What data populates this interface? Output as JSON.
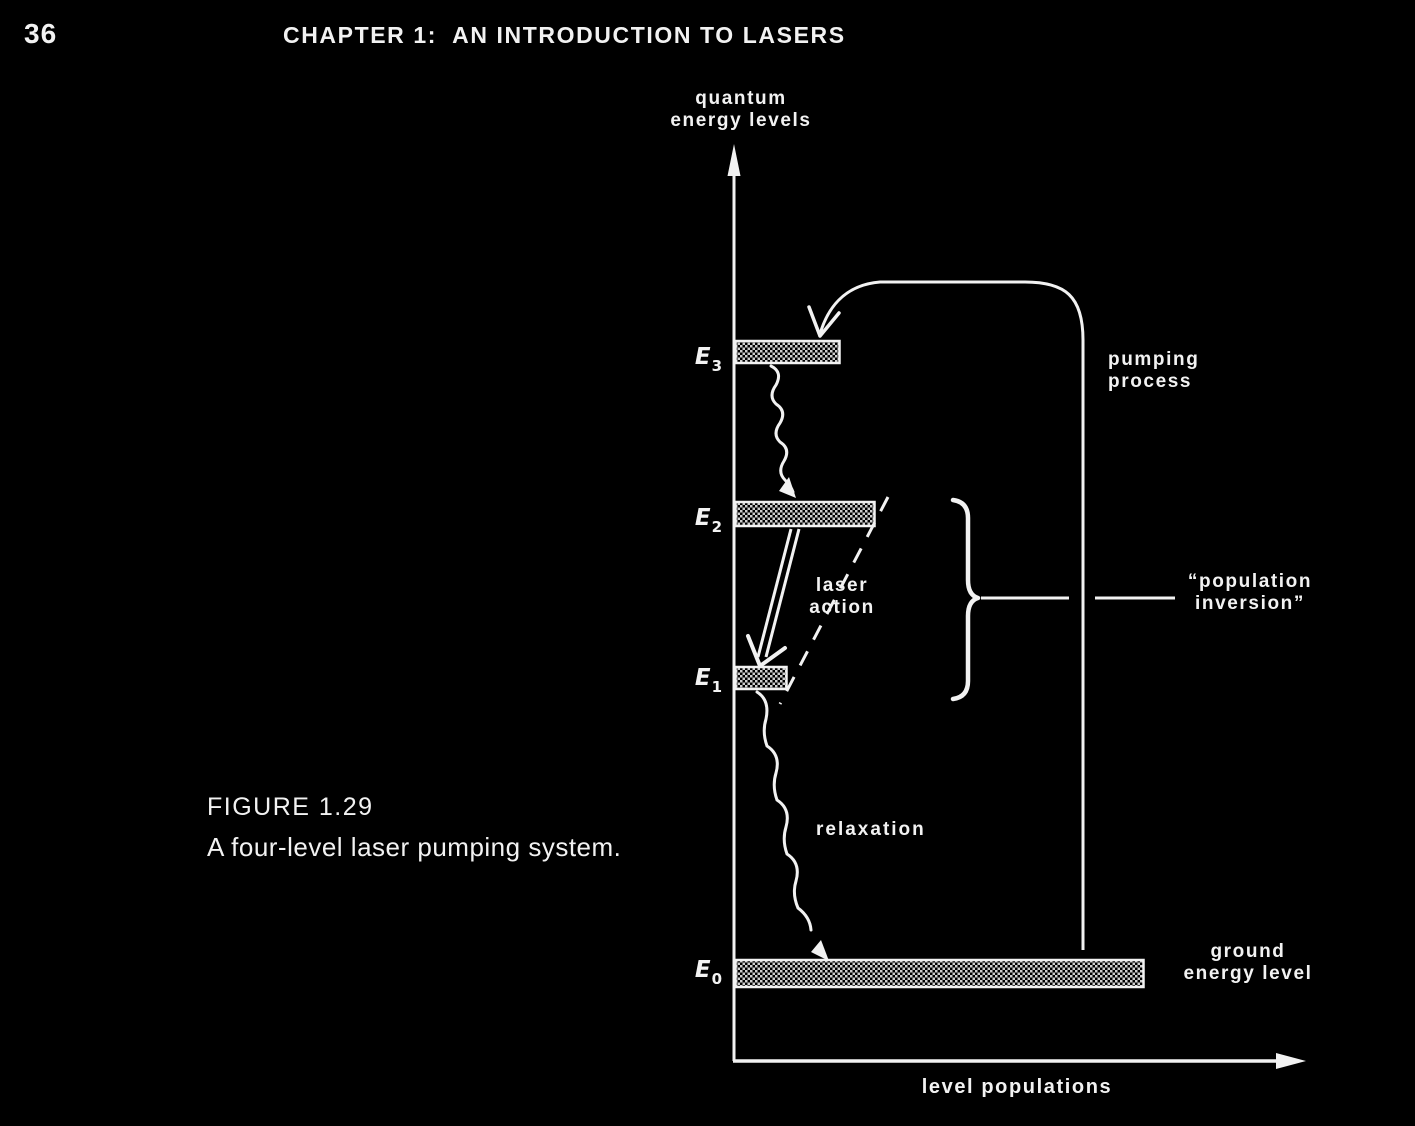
{
  "page": {
    "number": "36",
    "header": "CHAPTER 1:  AN INTRODUCTION TO LASERS"
  },
  "figure": {
    "label": "FIGURE 1.29",
    "caption": "A four-level laser pumping system."
  },
  "diagram": {
    "y_axis": {
      "line1": "quantum",
      "line2": "energy levels"
    },
    "x_axis": {
      "label": "level populations"
    },
    "levels": [
      {
        "symbol": "E",
        "subscript": "3"
      },
      {
        "symbol": "E",
        "subscript": "2"
      },
      {
        "symbol": "E",
        "subscript": "1"
      },
      {
        "symbol": "E",
        "subscript": "0"
      }
    ],
    "labels": {
      "pumping": {
        "line1": "pumping",
        "line2": "process"
      },
      "laser": {
        "line1": "laser",
        "line2": "action"
      },
      "relaxation": "relaxation",
      "population": {
        "line1": "“population",
        "line2": "inversion”"
      },
      "ground": {
        "line1": "ground",
        "line2": "energy level"
      }
    },
    "colors": {
      "background": "#000000",
      "ink": "#f2f2f2",
      "bar_dots": "#cfcfcf"
    }
  }
}
